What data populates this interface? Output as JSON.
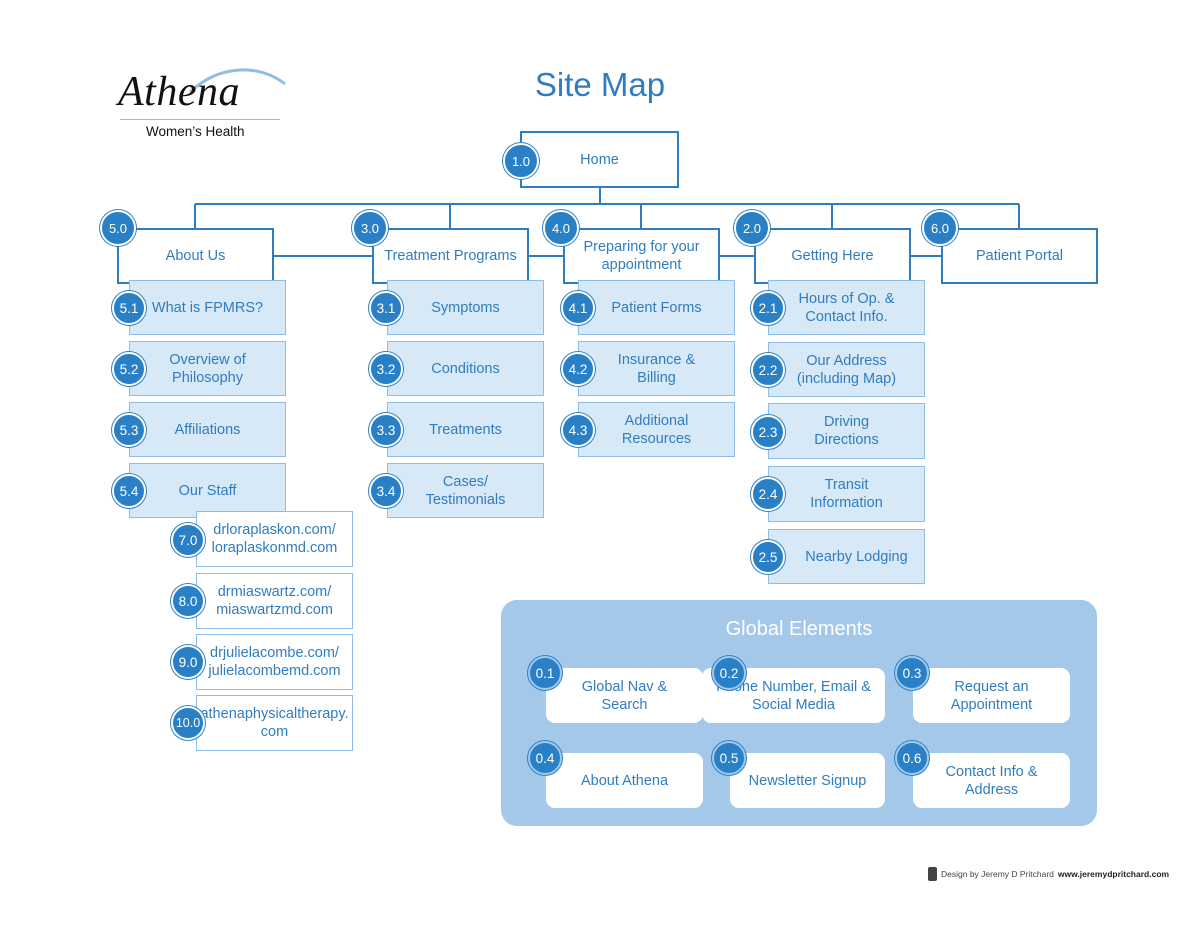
{
  "title": "Site Map",
  "logo": {
    "name": "Athena",
    "subtitle": "Women’s Health"
  },
  "home": {
    "num": "1.0",
    "label": "Home"
  },
  "sections": [
    {
      "num": "5.0",
      "label": "About Us"
    },
    {
      "num": "3.0",
      "label": "Treatment Programs"
    },
    {
      "num": "4.0",
      "label": "Preparing for your appointment"
    },
    {
      "num": "2.0",
      "label": "Getting Here"
    },
    {
      "num": "6.0",
      "label": "Patient Portal"
    }
  ],
  "about_items": [
    {
      "num": "5.1",
      "label": "What is FPMRS?"
    },
    {
      "num": "5.2",
      "label": "Overview of Philosophy"
    },
    {
      "num": "5.3",
      "label": "Affiliations"
    },
    {
      "num": "5.4",
      "label": "Our Staff"
    }
  ],
  "staff_sites": [
    {
      "num": "7.0",
      "label": "drloraplaskon.com/ loraplaskonmd.com"
    },
    {
      "num": "8.0",
      "label": "drmiaswartz.com/ miaswartzmd.com"
    },
    {
      "num": "9.0",
      "label": "drjulielacombe.com/ julielacombemd.com"
    },
    {
      "num": "10.0",
      "label": "athenaphysicaltherapy. com"
    }
  ],
  "treatment_items": [
    {
      "num": "3.1",
      "label": "Symptoms"
    },
    {
      "num": "3.2",
      "label": "Conditions"
    },
    {
      "num": "3.3",
      "label": "Treatments"
    },
    {
      "num": "3.4",
      "label": "Cases/ Testimonials"
    }
  ],
  "appointment_items": [
    {
      "num": "4.1",
      "label": "Patient Forms"
    },
    {
      "num": "4.2",
      "label": "Insurance & Billing"
    },
    {
      "num": "4.3",
      "label": "Additional Resources"
    }
  ],
  "getting_items": [
    {
      "num": "2.1",
      "label": "Hours of Op. & Contact Info."
    },
    {
      "num": "2.2",
      "label": "Our Address (including Map)"
    },
    {
      "num": "2.3",
      "label": "Driving Directions"
    },
    {
      "num": "2.4",
      "label": "Transit Information"
    },
    {
      "num": "2.5",
      "label": "Nearby Lodging"
    }
  ],
  "global": {
    "title": "Global Elements",
    "items": [
      {
        "num": "0.1",
        "label": "Global Nav & Search"
      },
      {
        "num": "0.2",
        "label": "Phone Number, Email & Social Media"
      },
      {
        "num": "0.3",
        "label": "Request an Appointment"
      },
      {
        "num": "0.4",
        "label": "About Athena"
      },
      {
        "num": "0.5",
        "label": "Newsletter Signup"
      },
      {
        "num": "0.6",
        "label": "Contact Info & Address"
      }
    ]
  },
  "credit": {
    "prefix": "Design by Jeremy D Pritchard",
    "url": "www.jeremydpritchard.com"
  },
  "colors": {
    "primary": "#2f7dc0",
    "badge": "#2a80c6",
    "sub_fill": "#d7e8f7",
    "panel": "#a4c8ea"
  }
}
